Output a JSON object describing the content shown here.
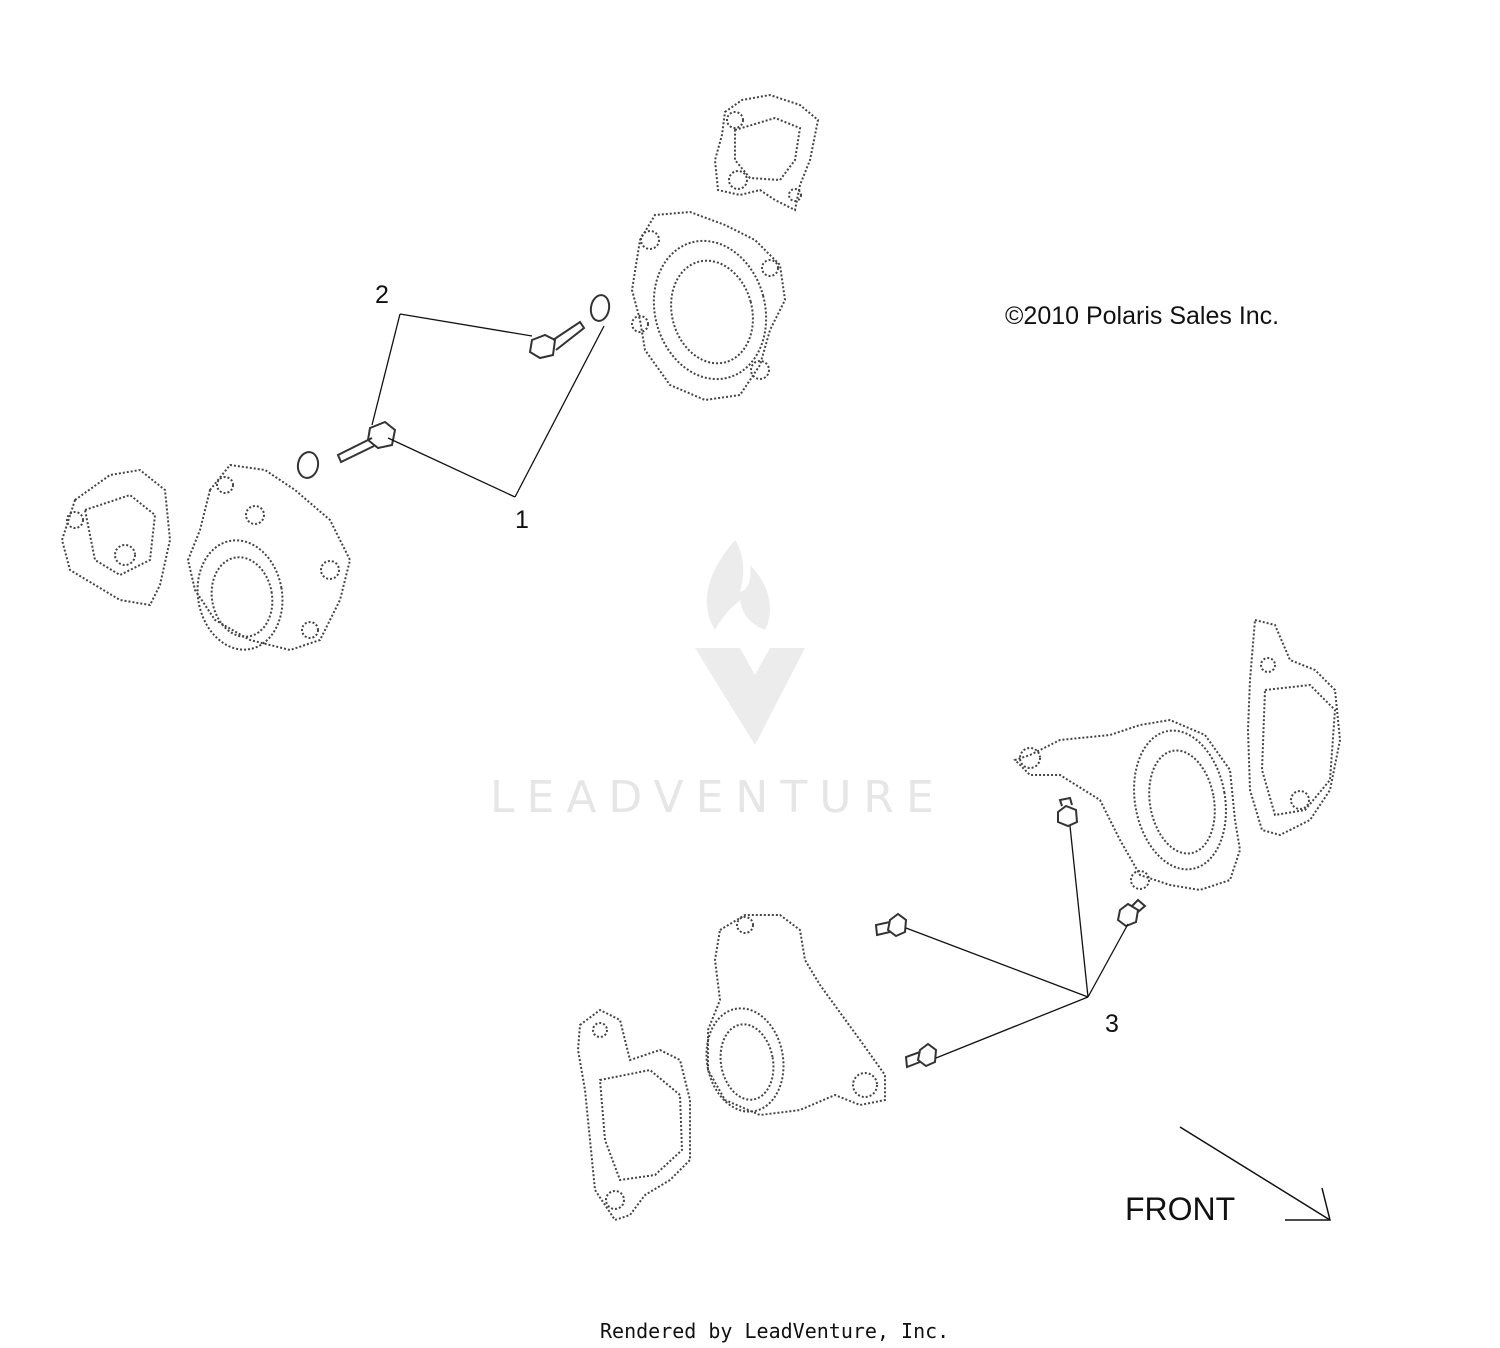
{
  "callouts": {
    "c1": "1",
    "c2": "2",
    "c3": "3"
  },
  "copyright": "©2010 Polaris Sales Inc.",
  "front_label": "FRONT",
  "watermark": "LEADVENTURE",
  "footer": "Rendered by LeadVenture, Inc."
}
